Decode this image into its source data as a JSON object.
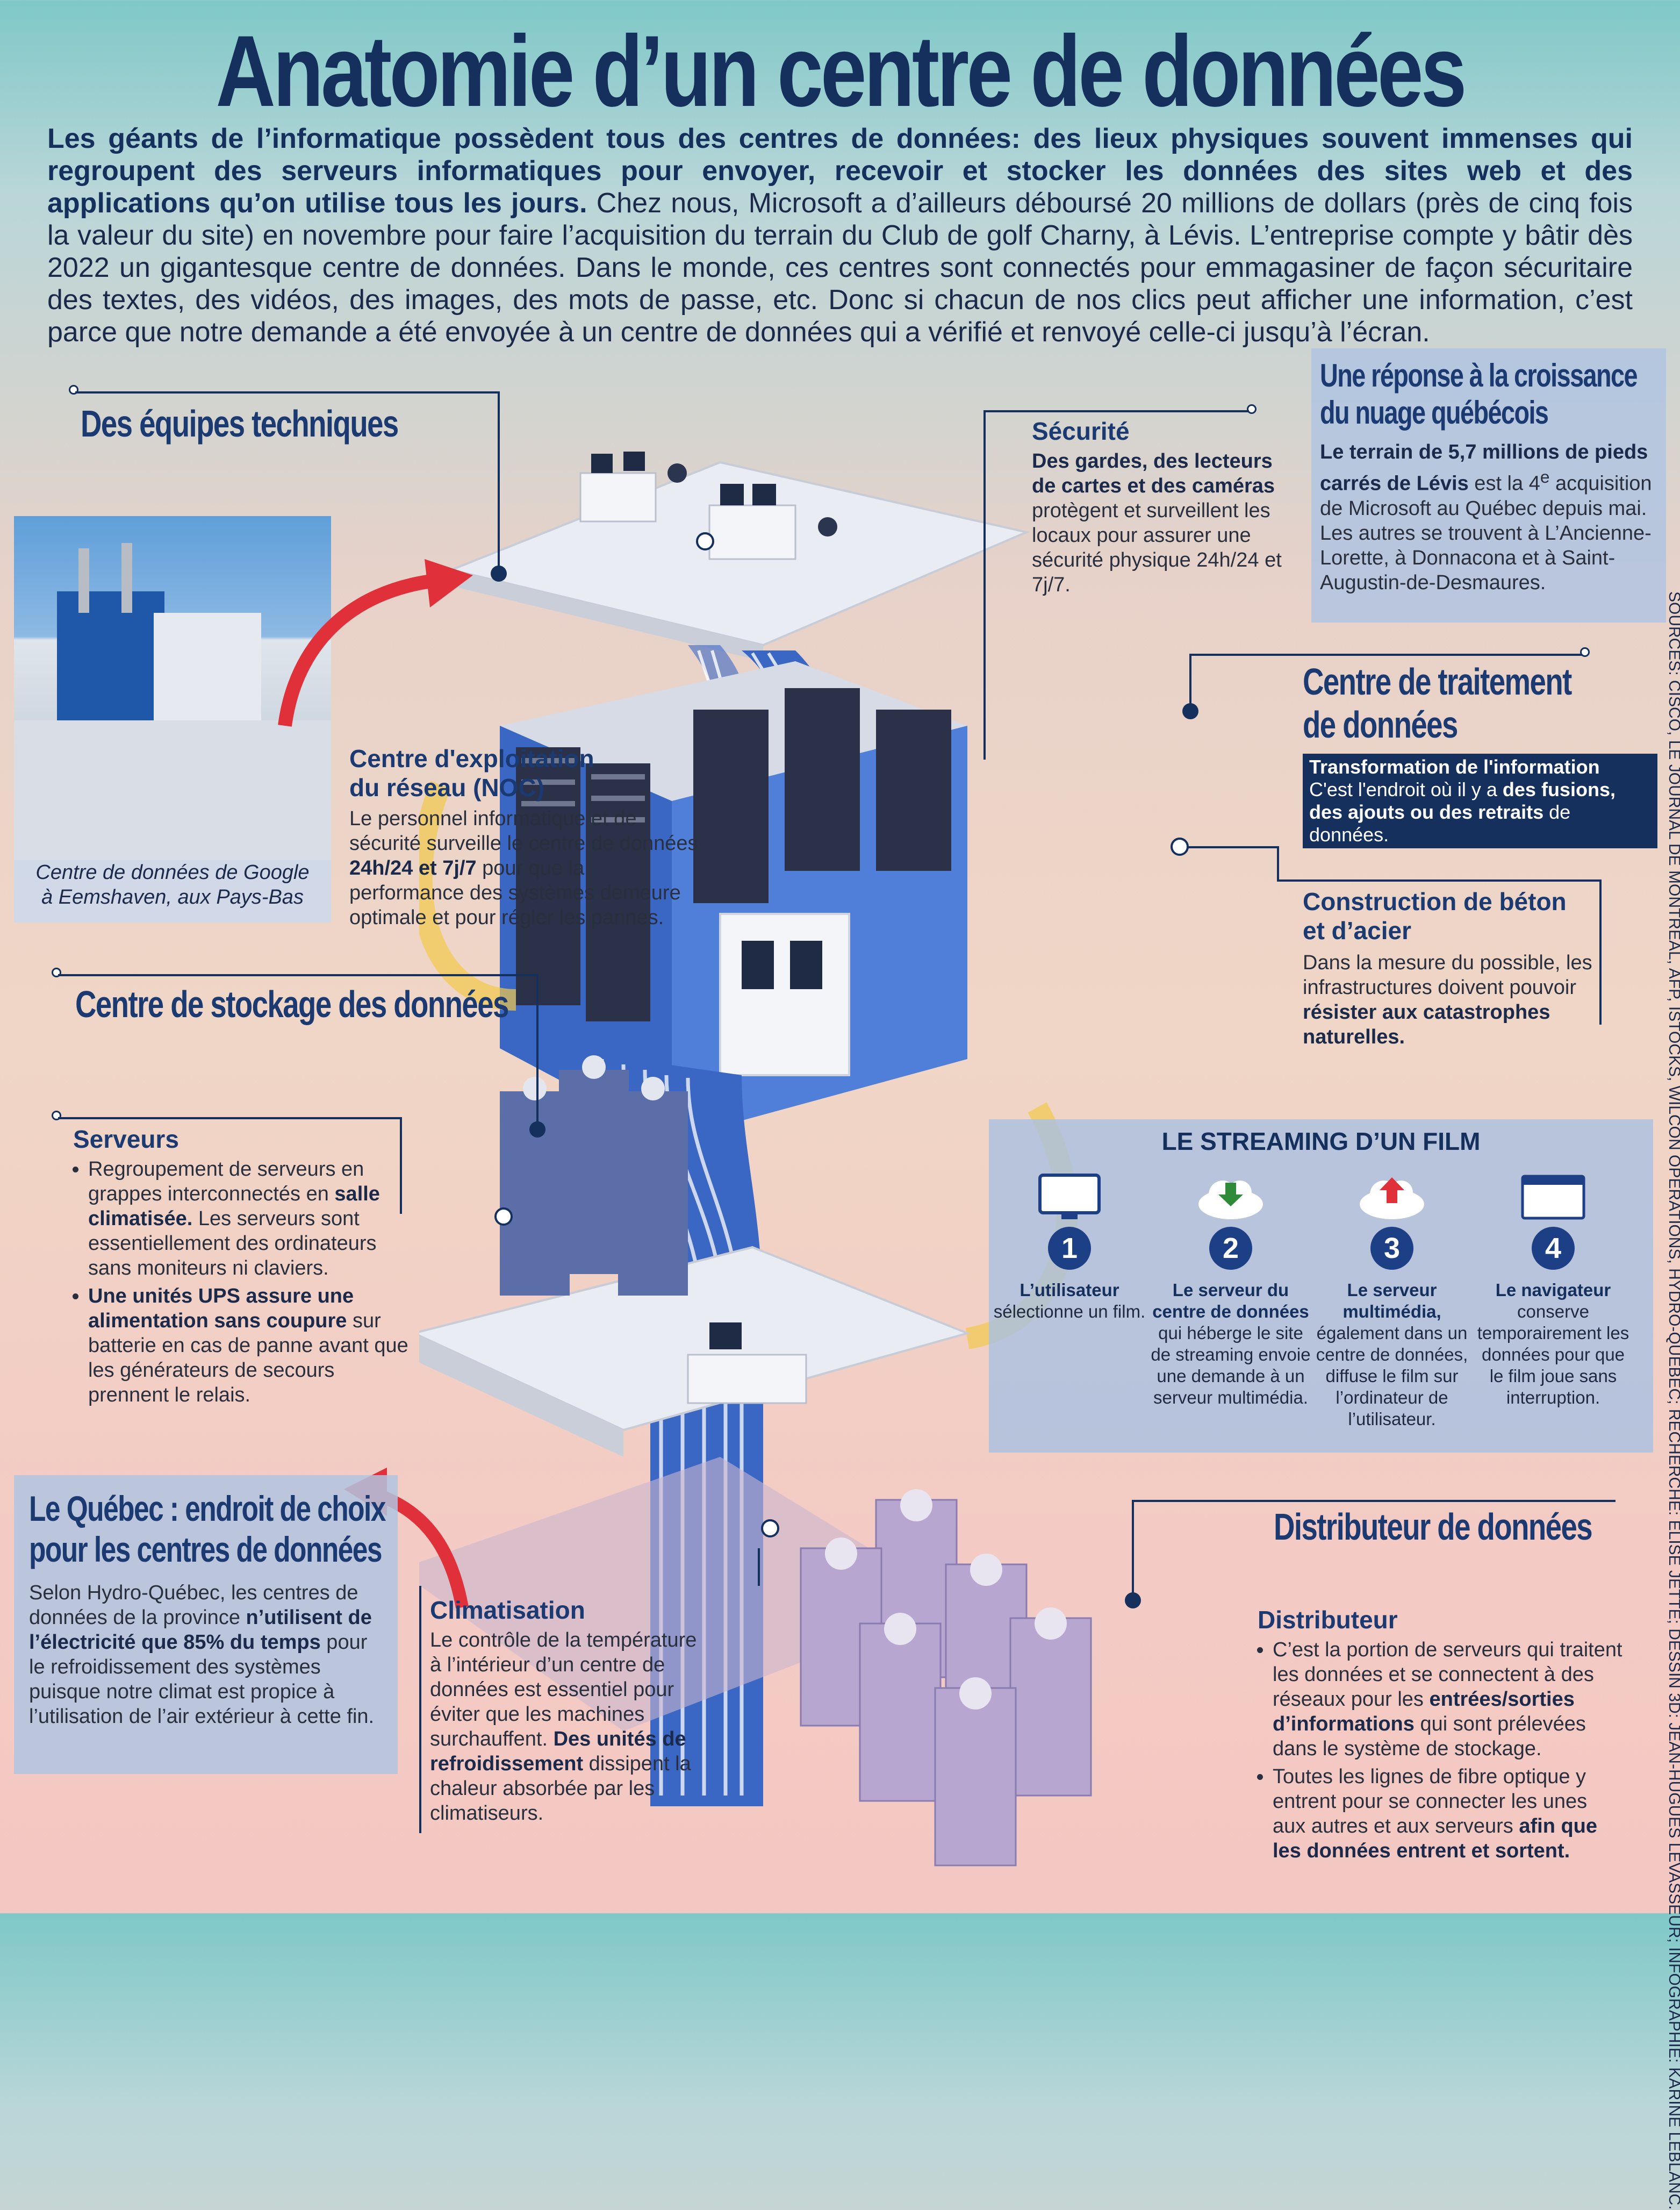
{
  "title": "Anatomie d’un centre de données",
  "intro": {
    "bold": "Les géants de l’informatique possèdent tous des centres de données: des lieux physiques souvent immenses qui regroupent des serveurs informatiques pour envoyer, recevoir et stocker les données des sites web et des applications qu’on utilise tous les jours.",
    "text": " Chez nous, Microsoft a d’ailleurs déboursé 20 millions de dollars (près de cinq fois la valeur du site) en novembre pour faire l’acquisition du terrain du Club de golf Charny, à Lévis. L’entreprise compte y bâtir dès 2022 un gigantesque centre de données. Dans le monde, ces centres sont connectés pour emmagasiner de façon sécuritaire des textes, des vidéos, des images, des mots de passe, etc.  Donc si chacun de nos clics peut afficher une information, c’est parce que notre demande a été envoyée à un centre de données qui a vérifié et renvoyé celle-ci jusqu’à l’écran."
  },
  "equipes": {
    "heading": "Des équipes techniques"
  },
  "photo_caption_1": "Centre de données de Google",
  "photo_caption_2": "à Eemshaven, aux Pays-Bas",
  "noc": {
    "title_1": "Centre d'exploitation",
    "title_2": "du réseau (NOC)",
    "t1": "Le personnel informatique et de sécurité surveille le centre de données ",
    "b1": "24h/24 et 7j/7",
    "t2": " pour que la performance des systèmes demeure optimale et pour régler les pannes."
  },
  "securite": {
    "title": "Sécurité",
    "bold": "Des gardes, des lecteurs de cartes et des caméras",
    "text": "protègent et surveillent les locaux pour assurer une sécurité physique 24h/24 et 7j/7."
  },
  "croissance": {
    "title_1": "Une réponse à la croissance",
    "title_2": "du nuage québécois",
    "bold": "Le terrain de 5,7 millions de pieds carrés de Lévis",
    "t1": " est la 4",
    "sup": "e",
    "t2": " acquisition de Microsoft au Québec depuis mai. Les autres se trouvent à L’Ancienne-Lorette, à Donnacona et à Saint-Augustin-de-Desmaures."
  },
  "traitement": {
    "heading_1": "Centre de traitement",
    "heading_2": "de données",
    "hl_title": "Transformation de l'information",
    "t1": "C'est l'endroit où il y a ",
    "b1": "des fusions, des ajouts ou des retraits",
    "t2": " de données."
  },
  "beton": {
    "title_1": "Construction de béton",
    "title_2": "et d’acier",
    "t1": "Dans la mesure du possible, les infrastructures doivent pouvoir ",
    "b1": "résister aux catastrophes naturelles."
  },
  "stockage": {
    "heading": "Centre de stockage des données"
  },
  "serveurs": {
    "title": "Serveurs",
    "li1_t1": "Regroupement de serveurs en grappes interconnectés en ",
    "li1_b1": "salle climatisée.",
    "li1_t2": " Les serveurs sont essentiellement des ordinateurs sans moniteurs ni claviers.",
    "li2_b1": "Une unités UPS assure une alimentation sans coupure",
    "li2_t1": " sur batterie en cas de panne avant que les générateurs de secours prennent le relais."
  },
  "streaming": {
    "title": "LE STREAMING D’UN FILM",
    "steps": [
      {
        "num": "1",
        "b": "L’utilisateur",
        "t": " sélectionne un film."
      },
      {
        "num": "2",
        "b": "Le serveur du centre de données",
        "t": " qui héberge le site de streaming envoie une demande à un serveur multimédia."
      },
      {
        "num": "3",
        "b": "Le serveur multimédia,",
        "t": " également dans un centre de données, diffuse le film sur l’ordinateur de l’utilisateur."
      },
      {
        "num": "4",
        "b": "Le navigateur",
        "t": " conserve temporairement les données pour que le film joue sans interruption."
      }
    ]
  },
  "quebec": {
    "title_1": "Le Québec : endroit de choix",
    "title_2": "pour les centres de données",
    "t1": "Selon Hydro-Québec, les centres de données de la province ",
    "b1": "n’utilisent de l’électricité que 85% du temps",
    "t2": " pour le refroidissement des systèmes puisque notre climat est propice à l’utilisation de l’air extérieur à cette fin."
  },
  "climatisation": {
    "title": "Climatisation",
    "t1": "Le contrôle de la température à l’intérieur d’un centre de données est essentiel pour éviter que les machines surchauffent. ",
    "b1": "Des unités de refroidissement",
    "t2": " dissipent la chaleur absorbée par les climatiseurs."
  },
  "distributeur_heading": "Distributeur de données",
  "distributeur": {
    "title": "Distributeur",
    "li1_t1": "C’est la portion de serveurs qui traitent les données et se connectent à des réseaux pour les ",
    "li1_b1": "entrées/sorties d’informations",
    "li1_t2": " qui sont prélevées dans le système de stockage.",
    "li2_t1": "Toutes les lignes de fibre optique y entrent pour se connecter les unes aux autres et aux serveurs ",
    "li2_b1": "afin que les données entrent et sortent."
  },
  "sources": "SOURCES: CISCO, LE JOURNAL DE MONTREAL, AFP, ISTOCKS, WILCON OPERATIONS, HYDRO-QUÉBEC; RECHERCHE: ÉLISE JETTÉ; DESSIN 3D: JEAN-HUGUES LEVASSEUR; INFOGRAPHIE: KARINE LEBLANC.",
  "colors": {
    "navy": "#16305e",
    "blue": "#3a66c4",
    "red": "#e0303a",
    "panel": "#b0c4e0"
  }
}
